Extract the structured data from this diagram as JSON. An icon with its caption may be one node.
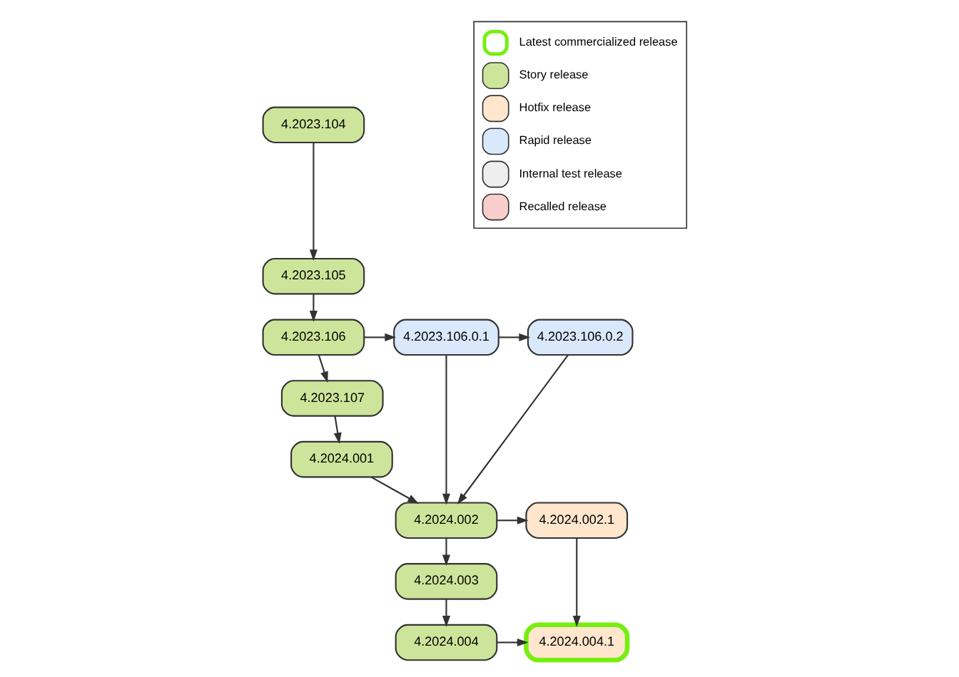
{
  "diagram": {
    "nodes": [
      {
        "text": [
          "4.2023.104"
        ]
      },
      {
        "text": [
          "4.2023.105"
        ]
      },
      {
        "text": [
          "4.2023.106"
        ]
      },
      {
        "text": [
          "4.2023.106.0.1"
        ]
      },
      {
        "text": [
          "4.2023.106.0.2"
        ]
      },
      {
        "text": [
          "4.2023.107"
        ]
      },
      {
        "text": [
          "4.2024.001"
        ]
      },
      {
        "text": [
          "4.2024.002"
        ]
      },
      {
        "text": [
          "4.2024.002.1"
        ]
      },
      {
        "text": [
          "4.2024.003"
        ]
      },
      {
        "text": [
          "4.2024.004"
        ]
      },
      {
        "text": [
          "4.2024.004.1"
        ]
      }
    ],
    "edges": [
      {
        "from": 0,
        "to": 1,
        "arrow": "to"
      },
      {
        "from": 1,
        "to": 2,
        "arrow": "to"
      },
      {
        "from": 2,
        "to": 3,
        "arrow": "to"
      },
      {
        "from": 3,
        "to": 4,
        "arrow": "to"
      },
      {
        "from": 2,
        "to": 5,
        "arrow": "to"
      },
      {
        "from": 5,
        "to": 6,
        "arrow": "to"
      },
      {
        "from": 6,
        "to": 7,
        "arrow": "to"
      },
      {
        "from": 3,
        "to": 7,
        "arrow": "to"
      },
      {
        "from": 4,
        "to": 7,
        "arrow": "to"
      },
      {
        "from": 7,
        "to": 8,
        "arrow": "to"
      },
      {
        "from": 7,
        "to": 9,
        "arrow": "to"
      },
      {
        "from": 9,
        "to": 10,
        "arrow": "to"
      },
      {
        "from": 10,
        "to": 11,
        "arrow": "to"
      },
      {
        "from": 8,
        "to": 11,
        "arrow": "to"
      }
    ],
    "legend": [
      {
        "text": "Latest commercialized release"
      },
      {
        "text": "Story release",
        "color": "#cde59b"
      },
      {
        "text": "Hotfix release",
        "color": "#ffe6cc"
      },
      {
        "text": "Rapid release",
        "color": "#dae8fc"
      },
      {
        "text": "Internal test release",
        "color": "#eeeeee"
      },
      {
        "text": "Recalled release",
        "color": "#f8cecc"
      }
    ]
  }
}
